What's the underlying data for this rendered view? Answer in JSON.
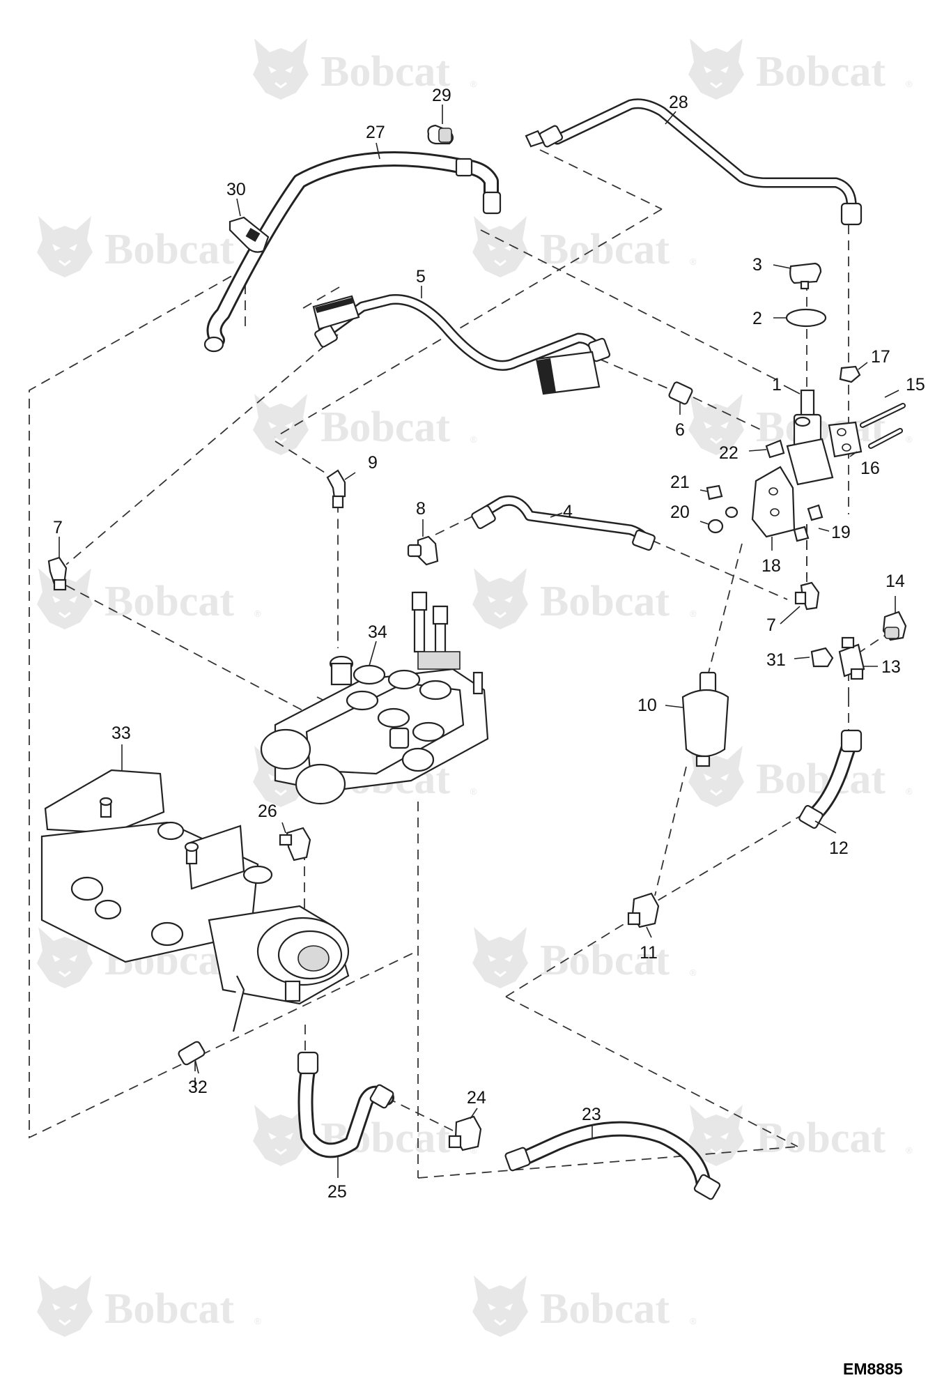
{
  "watermark": {
    "brand": "Bobcat",
    "registered": "®"
  },
  "document_code": "EM8885",
  "callouts": [
    {
      "num": "1"
    },
    {
      "num": "2"
    },
    {
      "num": "3"
    },
    {
      "num": "4"
    },
    {
      "num": "5"
    },
    {
      "num": "6"
    },
    {
      "num": "7"
    },
    {
      "num": "7"
    },
    {
      "num": "8"
    },
    {
      "num": "9"
    },
    {
      "num": "10"
    },
    {
      "num": "11"
    },
    {
      "num": "12"
    },
    {
      "num": "13"
    },
    {
      "num": "14"
    },
    {
      "num": "15"
    },
    {
      "num": "16"
    },
    {
      "num": "17"
    },
    {
      "num": "18"
    },
    {
      "num": "19"
    },
    {
      "num": "20"
    },
    {
      "num": "21"
    },
    {
      "num": "22"
    },
    {
      "num": "23"
    },
    {
      "num": "24"
    },
    {
      "num": "25"
    },
    {
      "num": "26"
    },
    {
      "num": "27"
    },
    {
      "num": "28"
    },
    {
      "num": "29"
    },
    {
      "num": "30"
    },
    {
      "num": "31"
    },
    {
      "num": "32"
    },
    {
      "num": "33"
    },
    {
      "num": "34"
    }
  ]
}
